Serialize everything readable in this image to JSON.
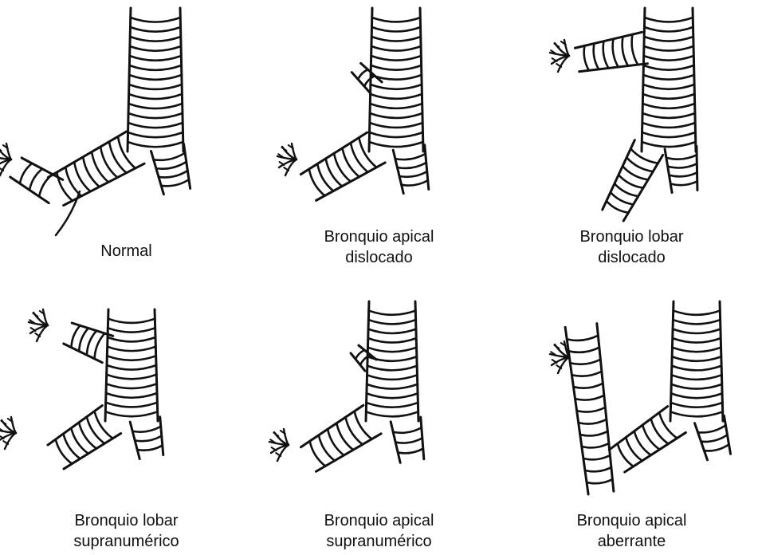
{
  "panels": [
    {
      "id": "normal",
      "caption": [
        "Normal"
      ]
    },
    {
      "id": "apical-dislocado",
      "caption": [
        "Bronquio apical",
        "dislocado"
      ]
    },
    {
      "id": "lobar-dislocado",
      "caption": [
        "Bronquio lobar",
        "dislocado"
      ]
    },
    {
      "id": "lobar-supranumerico",
      "caption": [
        "Bronquio lobar",
        "supranumérico"
      ]
    },
    {
      "id": "apical-supranumerico",
      "caption": [
        "Bronquio apical",
        "supranumérico"
      ]
    },
    {
      "id": "apical-aberrante",
      "caption": [
        "Bronquio apical",
        "aberrante"
      ]
    }
  ]
}
